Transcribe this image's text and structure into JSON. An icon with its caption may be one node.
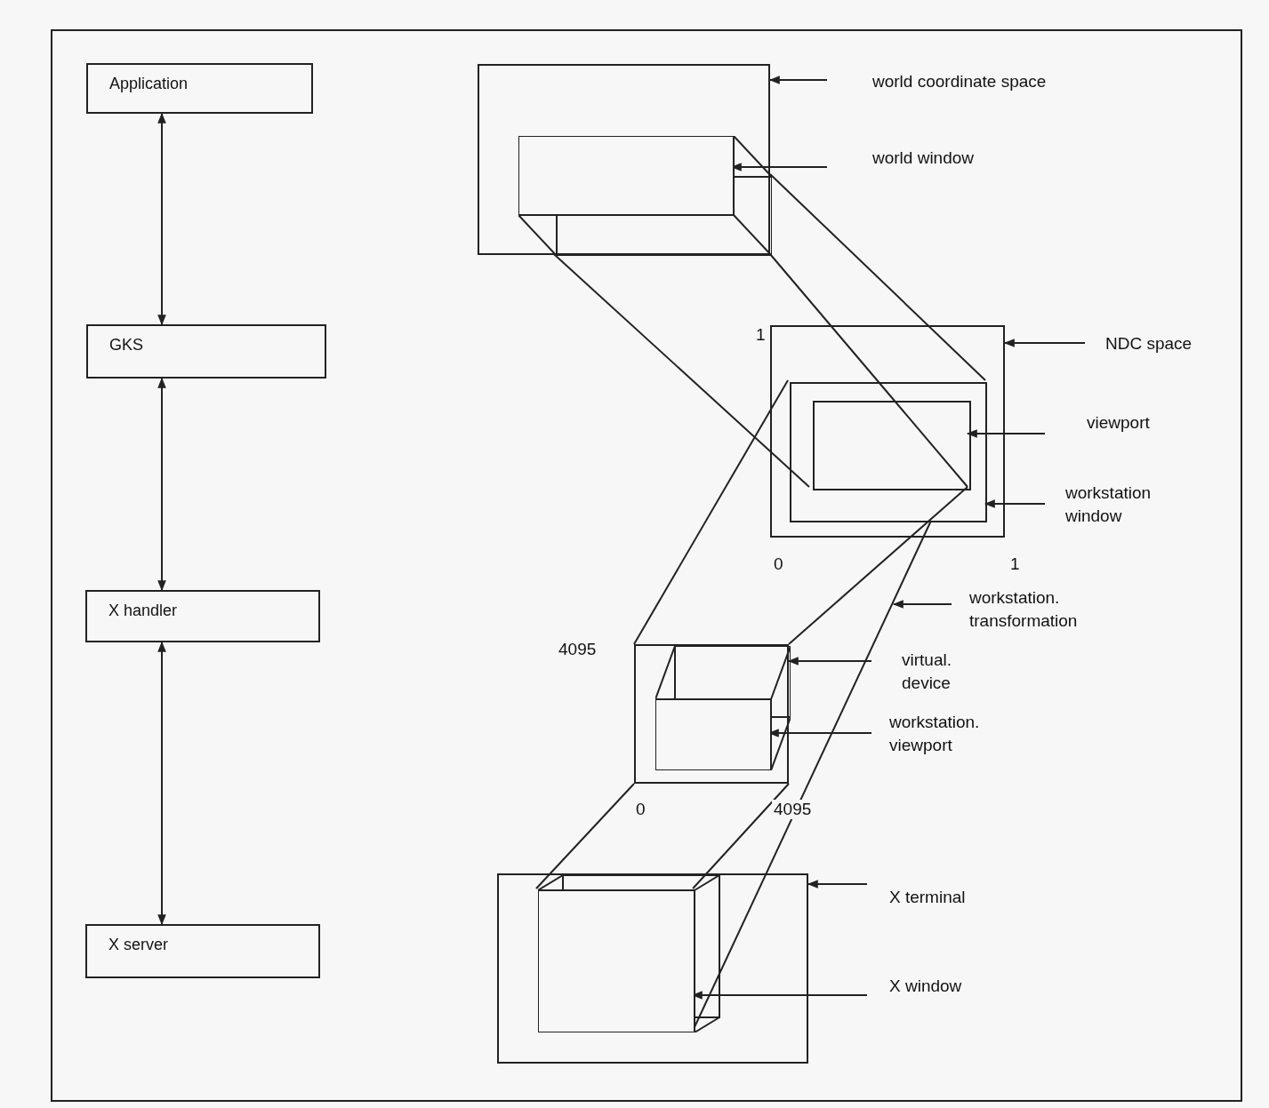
{
  "diagram": {
    "nodes": [
      {
        "text": [
          "Application"
        ]
      },
      {
        "text": [
          "GKS"
        ]
      },
      {
        "text": [
          "X handler"
        ]
      },
      {
        "text": [
          "X server"
        ]
      },
      {
        "text": [],
        "shape": "box"
      },
      {
        "text": [],
        "shape": "box",
        "in": 4
      },
      {
        "text": [],
        "shape": "box"
      },
      {
        "text": [],
        "shape": "box",
        "in": 6
      },
      {
        "text": [],
        "shape": "box",
        "in": 7
      },
      {
        "text": [],
        "shape": "box"
      },
      {
        "text": [],
        "shape": "box",
        "in": 9
      },
      {
        "text": [],
        "shape": "box"
      },
      {
        "text": [],
        "shape": "box",
        "in": 11
      },
      {
        "text": [
          "world coordinate space"
        ]
      },
      {
        "text": [
          "world window"
        ]
      },
      {
        "text": [
          "NDC space"
        ]
      },
      {
        "text": [
          "viewport"
        ]
      },
      {
        "text": [
          "workstation window"
        ]
      },
      {
        "text": [
          "workstation. transformation"
        ]
      },
      {
        "text": [
          "virtual. device"
        ]
      },
      {
        "text": [
          "workstation. viewport"
        ]
      },
      {
        "text": [
          "X terminal"
        ]
      },
      {
        "text": [
          "X window"
        ]
      }
    ],
    "edges": [
      {
        "from": 0,
        "to": 1,
        "arrow": "both"
      },
      {
        "from": 1,
        "to": 2,
        "arrow": "both"
      },
      {
        "from": 2,
        "to": 3,
        "arrow": "both"
      },
      {
        "from": 13,
        "to": 4,
        "arrow": "to"
      },
      {
        "from": 14,
        "to": 5,
        "arrow": "to"
      },
      {
        "from": 15,
        "to": 6,
        "arrow": "to"
      },
      {
        "from": 16,
        "to": 8,
        "arrow": "to"
      },
      {
        "from": 17,
        "to": 7,
        "arrow": "to"
      },
      {
        "from": 18,
        "to": null,
        "arrow": "to"
      },
      {
        "from": 19,
        "to": 9,
        "arrow": "to"
      },
      {
        "from": 20,
        "to": 10,
        "arrow": "to"
      },
      {
        "from": 21,
        "to": 11,
        "arrow": "to"
      },
      {
        "from": 22,
        "to": 12,
        "arrow": "to"
      },
      {
        "from": 5,
        "to": 7,
        "arrow": "none"
      },
      {
        "from": 5,
        "to": 8,
        "arrow": "none"
      },
      {
        "from": 5,
        "to": 8,
        "arrow": "none"
      },
      {
        "from": 7,
        "to": 9,
        "arrow": "none"
      },
      {
        "from": 7,
        "to": 12,
        "arrow": "none"
      },
      {
        "from": 8,
        "to": 9,
        "arrow": "none"
      },
      {
        "from": 9,
        "to": 12,
        "arrow": "none"
      },
      {
        "from": 9,
        "to": 12,
        "arrow": "none"
      }
    ],
    "labels": [
      "1",
      "0",
      "1",
      "4095",
      "0",
      "4095"
    ]
  }
}
